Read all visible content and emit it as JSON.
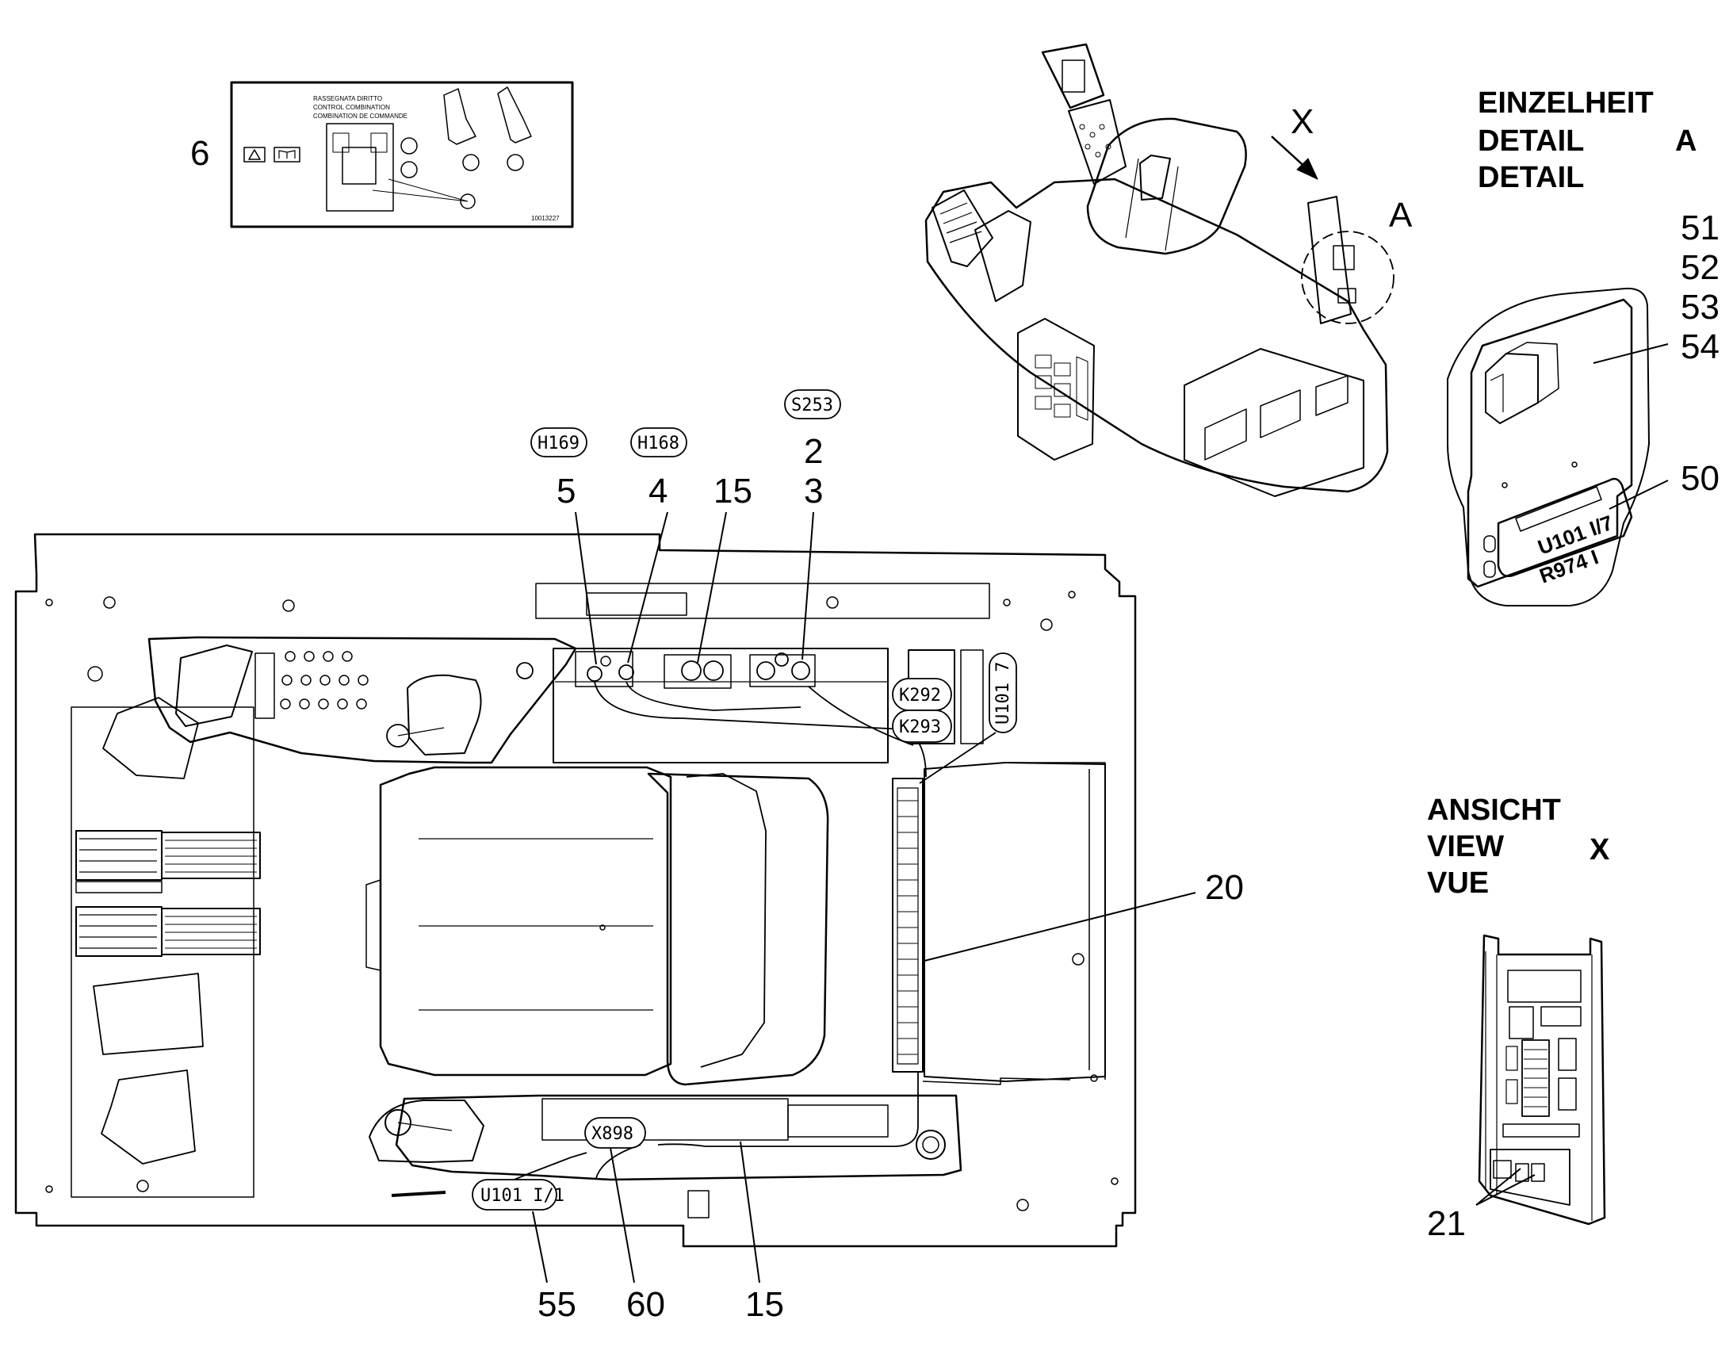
{
  "label_plate": {
    "callout": "6",
    "lines": [
      "RASSEGNATA DIRITTO",
      "CONTROL COMBINATION",
      "COMBINATION DE COMMANDE"
    ],
    "code": "10013227"
  },
  "detail_a": {
    "heading_lines": [
      "EINZELHEIT",
      "DETAIL",
      "DETAIL"
    ],
    "letter": "A",
    "callouts": [
      "51",
      "52",
      "53",
      "54",
      "50"
    ],
    "module_label_lines": [
      "U101 I/7",
      "R974 I"
    ]
  },
  "iso_view": {
    "view_marker": "X",
    "detail_marker": "A"
  },
  "view_x": {
    "heading_lines": [
      "ANSICHT",
      "VIEW",
      "VUE"
    ],
    "letter": "X",
    "callout": "21"
  },
  "main_plan": {
    "top_tags": [
      "H169",
      "H168",
      "S253"
    ],
    "top_callouts": [
      "5",
      "4",
      "15",
      "2",
      "3"
    ],
    "side_tags": [
      "K292",
      "K293",
      "U101 7"
    ],
    "bottom_tags": [
      "X898",
      "U101 I/1"
    ],
    "right_callout": "20",
    "bottom_callouts": [
      "55",
      "60",
      "15"
    ]
  }
}
